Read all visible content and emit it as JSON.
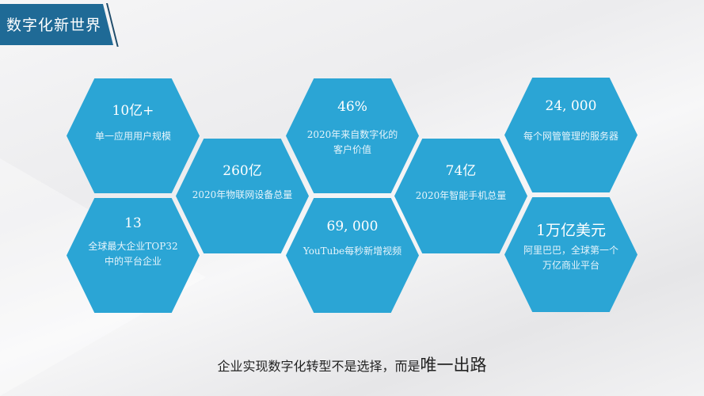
{
  "title": "数字化新世界",
  "hexagons": [
    {
      "value": "10亿+",
      "desc": "单一应用用户规模"
    },
    {
      "value": "13",
      "desc": "全球最大企业TOP32中的平台企业"
    },
    {
      "value": "260亿",
      "desc": "2020年物联网设备总量"
    },
    {
      "value": "46%",
      "desc": "2020年来自数字化的客户价值"
    },
    {
      "value": "69, 000",
      "desc": "YouTube每秒新增视频"
    },
    {
      "value": "74亿",
      "desc": "2020年智能手机总量"
    },
    {
      "value": "24, 000",
      "desc": "每个网管管理的服务器"
    },
    {
      "value": "1万亿美元",
      "desc": "阿里巴巴，全球第一个万亿商业平台"
    }
  ],
  "footer": {
    "text": "企业实现数字化转型不是选择，而是",
    "emphasis": "唯一出路"
  },
  "colors": {
    "hex": "#2ba5d5",
    "banner": "#1f6a96"
  }
}
